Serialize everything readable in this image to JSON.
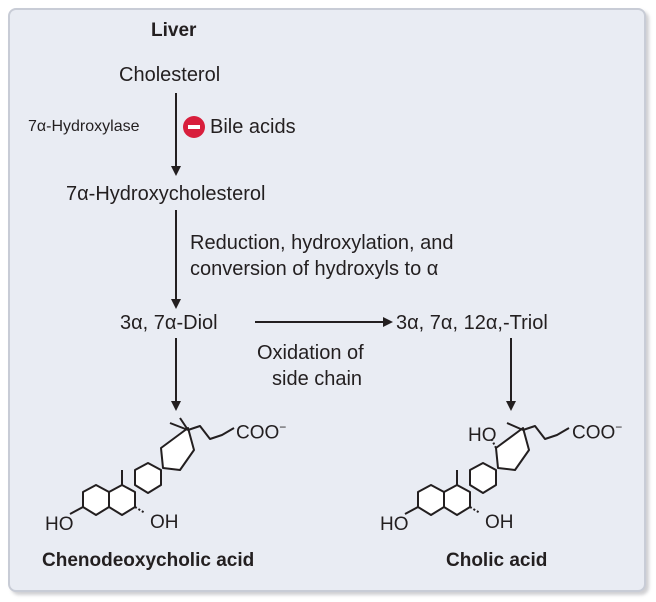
{
  "organ": "Liver",
  "steps": {
    "cholesterol": "Cholesterol",
    "enzyme": "7α-Hydroxylase",
    "inhibitor": "Bile acids",
    "hydroxycholesterol": "7α-Hydroxycholesterol",
    "step2_line1": "Reduction, hydroxylation, and",
    "step2_line2": "conversion of hydroxyls to α",
    "diol": "3α, 7α-Diol",
    "triol": "3α, 7α, 12α,-Triol",
    "oxidation_line1": "Oxidation of",
    "oxidation_line2": "side chain"
  },
  "products": {
    "left": {
      "name": "Chenodeoxycholic acid",
      "carboxylate": "COO",
      "charge": "−",
      "ho3": "HO",
      "oh7": "OH"
    },
    "right": {
      "name": "Cholic acid",
      "carboxylate": "COO",
      "charge": "−",
      "ho3": "HO",
      "oh7": "OH",
      "ho12": "HO"
    }
  },
  "colors": {
    "panel": "#e9ecf3",
    "inhibition": "#d81e3c",
    "text": "#231f20"
  }
}
